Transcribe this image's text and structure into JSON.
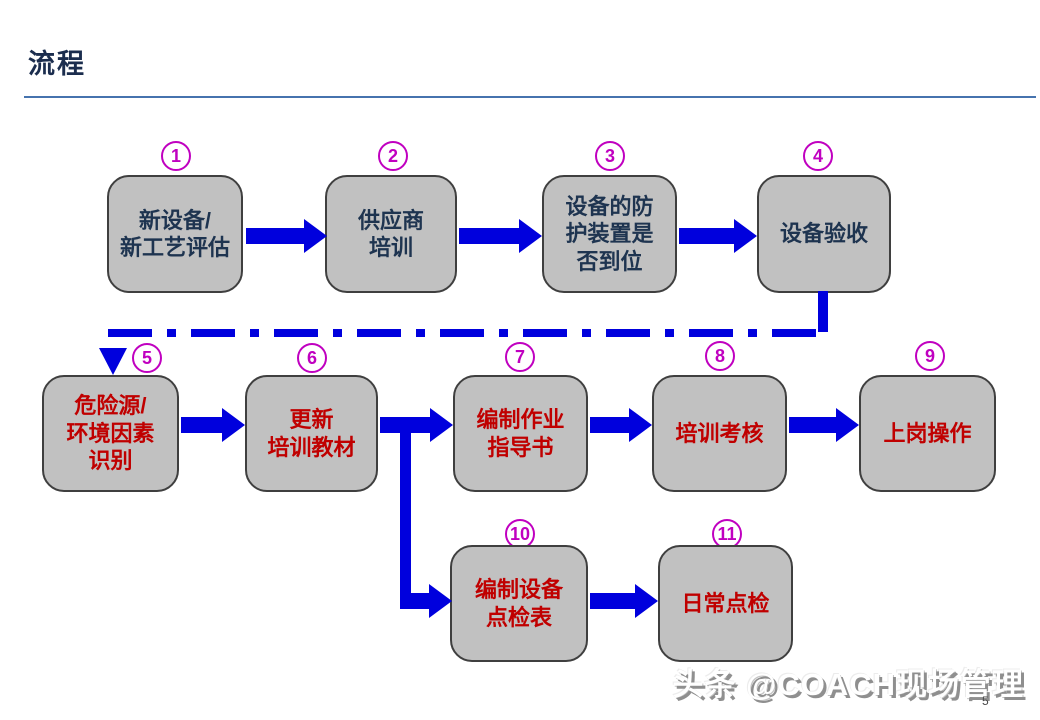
{
  "title": "流程",
  "flow": {
    "boxes": [
      {
        "number": "1",
        "label": "新设备/\n新工艺评估"
      },
      {
        "number": "2",
        "label": "供应商\n培训"
      },
      {
        "number": "3",
        "label": "设备的防\n护装置是\n否到位"
      },
      {
        "number": "4",
        "label": "设备验收"
      },
      {
        "number": "5",
        "label": "危险源/\n环境因素\n识别"
      },
      {
        "number": "6",
        "label": "更新\n培训教材"
      },
      {
        "number": "7",
        "label": "编制作业\n指导书"
      },
      {
        "number": "8",
        "label": "培训考核"
      },
      {
        "number": "9",
        "label": "上岗操作"
      },
      {
        "number": "10",
        "label": "编制设备\n点检表"
      },
      {
        "number": "11",
        "label": "日常点检"
      }
    ]
  },
  "watermark": "头条 @COACH现场管理",
  "page_number": "5",
  "colors": {
    "arrow": "#0000DD",
    "boxfill": "#C1C1C1",
    "boxborder": "#3F3F3F",
    "navy": "#1E3450",
    "red": "#C00000",
    "badge": "#C000C0",
    "rule": "#4673AE",
    "titlecolor": "#1B2D4E"
  }
}
